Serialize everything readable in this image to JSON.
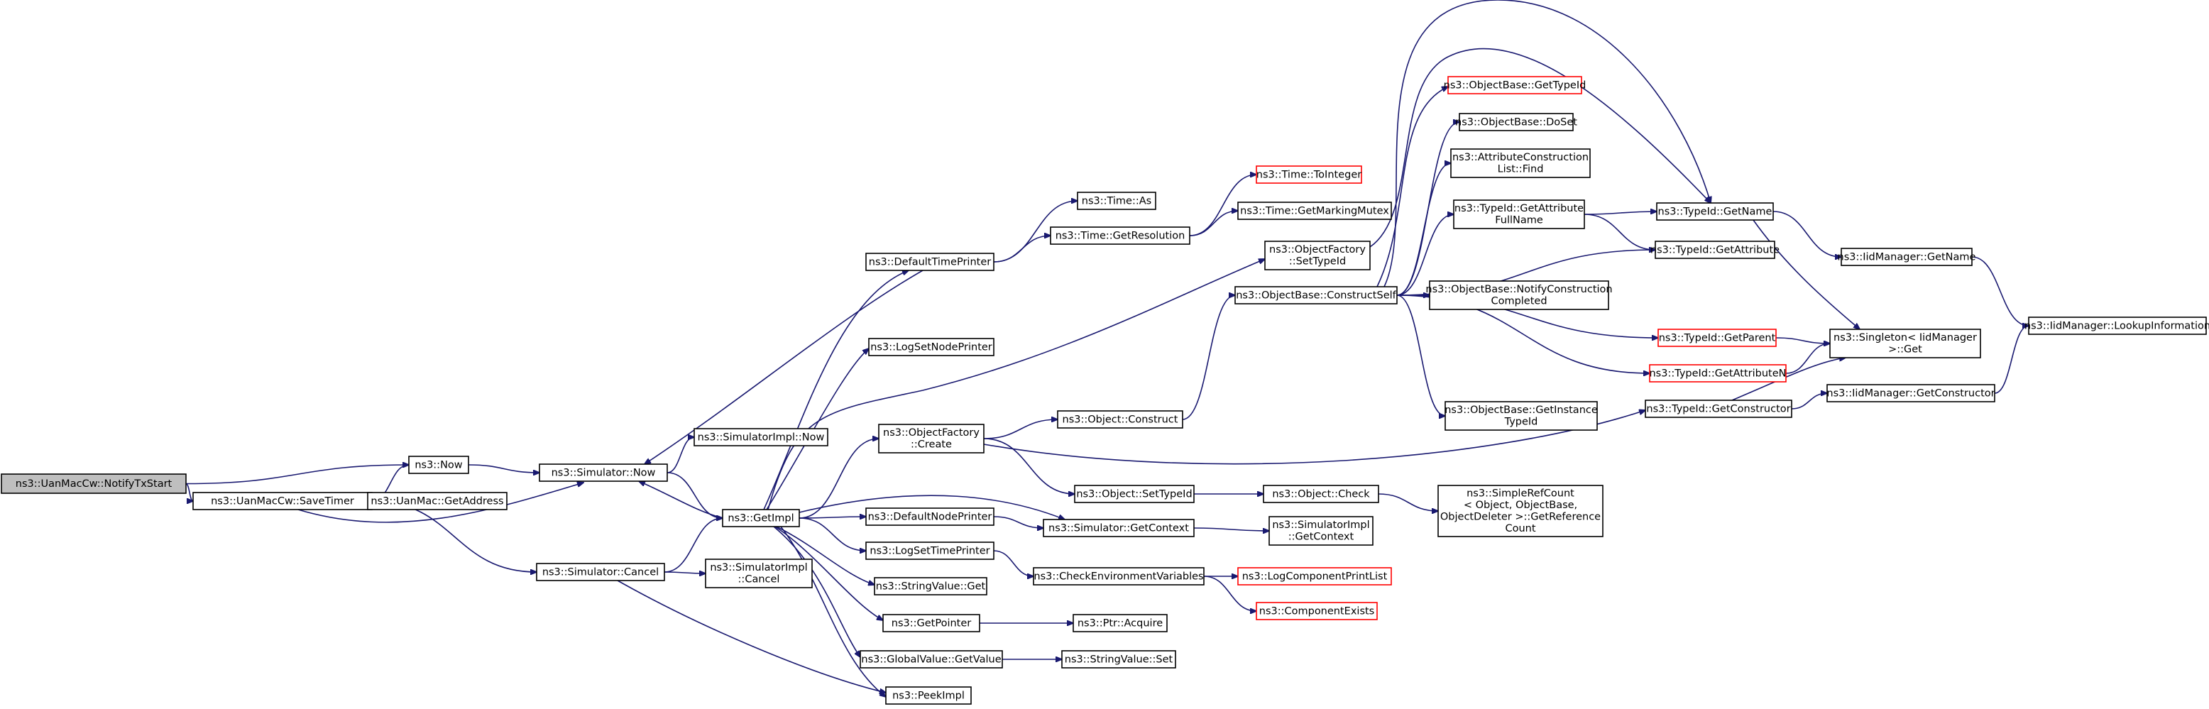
{
  "graph": {
    "colors": {
      "edge": "#191970",
      "node_border": "#000000",
      "node_border_truncated": "#ff0000",
      "root_fill": "#bfbfbf"
    },
    "nodes": [
      {
        "id": "notify",
        "lines": [
          "ns3::UanMacCw::NotifyTxStart"
        ],
        "style": "root"
      },
      {
        "id": "now",
        "lines": [
          "ns3::Now"
        ]
      },
      {
        "id": "savetimer",
        "lines": [
          "ns3::UanMacCw::SaveTimer"
        ]
      },
      {
        "id": "getaddress",
        "lines": [
          "ns3::UanMac::GetAddress"
        ]
      },
      {
        "id": "simnow",
        "lines": [
          "ns3::Simulator::Now"
        ]
      },
      {
        "id": "simimplnow",
        "lines": [
          "ns3::SimulatorImpl::Now"
        ]
      },
      {
        "id": "simcancel",
        "lines": [
          "ns3::Simulator::Cancel"
        ]
      },
      {
        "id": "simimplcancel",
        "lines": [
          "ns3::SimulatorImpl",
          "::Cancel"
        ]
      },
      {
        "id": "getimpl",
        "lines": [
          "ns3::GetImpl"
        ]
      },
      {
        "id": "deftimeprinter",
        "lines": [
          "ns3::DefaultTimePrinter"
        ]
      },
      {
        "id": "logsetnodeprinter",
        "lines": [
          "ns3::LogSetNodePrinter"
        ]
      },
      {
        "id": "ofcreate",
        "lines": [
          "ns3::ObjectFactory",
          "::Create"
        ]
      },
      {
        "id": "defnodeprinter",
        "lines": [
          "ns3::DefaultNodePrinter"
        ]
      },
      {
        "id": "logsettimeprinter",
        "lines": [
          "ns3::LogSetTimePrinter"
        ]
      },
      {
        "id": "stringvalueget",
        "lines": [
          "ns3::StringValue::Get"
        ]
      },
      {
        "id": "getpointer",
        "lines": [
          "ns3::GetPointer"
        ]
      },
      {
        "id": "globalvalueget",
        "lines": [
          "ns3::GlobalValue::GetValue"
        ]
      },
      {
        "id": "peekimpl",
        "lines": [
          "ns3::PeekImpl"
        ]
      },
      {
        "id": "timeas",
        "lines": [
          "ns3::Time::As"
        ]
      },
      {
        "id": "timegetres",
        "lines": [
          "ns3::Time::GetResolution"
        ]
      },
      {
        "id": "timetoint",
        "lines": [
          "ns3::Time::ToInteger"
        ],
        "style": "red"
      },
      {
        "id": "timemutex",
        "lines": [
          "ns3::Time::GetMarkingMutex"
        ]
      },
      {
        "id": "objconstruct",
        "lines": [
          "ns3::Object::Construct"
        ]
      },
      {
        "id": "objsettypeid",
        "lines": [
          "ns3::Object::SetTypeId"
        ]
      },
      {
        "id": "objcheck",
        "lines": [
          "ns3::Object::Check"
        ]
      },
      {
        "id": "simgetcontext",
        "lines": [
          "ns3::Simulator::GetContext"
        ]
      },
      {
        "id": "simimplgetcontext",
        "lines": [
          "ns3::SimulatorImpl",
          "::GetContext"
        ]
      },
      {
        "id": "checkenv",
        "lines": [
          "ns3::CheckEnvironmentVariables"
        ]
      },
      {
        "id": "logcompprint",
        "lines": [
          "ns3::LogComponentPrintList"
        ],
        "style": "red"
      },
      {
        "id": "compexists",
        "lines": [
          "ns3::ComponentExists"
        ],
        "style": "red"
      },
      {
        "id": "ptracquire",
        "lines": [
          "ns3::Ptr::Acquire"
        ]
      },
      {
        "id": "stringvalueset",
        "lines": [
          "ns3::StringValue::Set"
        ]
      },
      {
        "id": "ofsettypeid",
        "lines": [
          "ns3::ObjectFactory",
          "::SetTypeId"
        ]
      },
      {
        "id": "obconstructself",
        "lines": [
          "ns3::ObjectBase::ConstructSelf"
        ]
      },
      {
        "id": "obgettypeid",
        "lines": [
          "ns3::ObjectBase::GetTypeId"
        ],
        "style": "red"
      },
      {
        "id": "obdoset",
        "lines": [
          "ns3::ObjectBase::DoSet"
        ]
      },
      {
        "id": "attrconstfind",
        "lines": [
          "ns3::AttributeConstruction",
          "List::Find"
        ]
      },
      {
        "id": "tidgetattrfull",
        "lines": [
          "ns3::TypeId::GetAttribute",
          "FullName"
        ]
      },
      {
        "id": "obnotify",
        "lines": [
          "ns3::ObjectBase::NotifyConstruction",
          "Completed"
        ]
      },
      {
        "id": "obgetinstance",
        "lines": [
          "ns3::ObjectBase::GetInstance",
          "TypeId"
        ]
      },
      {
        "id": "simplerefcount",
        "lines": [
          "ns3::SimpleRefCount",
          "< Object, ObjectBase,",
          "ObjectDeleter >::GetReference",
          "Count"
        ]
      },
      {
        "id": "tidgetname",
        "lines": [
          "ns3::TypeId::GetName"
        ]
      },
      {
        "id": "tidgetattr",
        "lines": [
          "ns3::TypeId::GetAttribute"
        ]
      },
      {
        "id": "tidgetparent",
        "lines": [
          "ns3::TypeId::GetParent"
        ],
        "style": "red"
      },
      {
        "id": "tidgetattrn",
        "lines": [
          "ns3::TypeId::GetAttributeN"
        ],
        "style": "red"
      },
      {
        "id": "tidgetconstructor",
        "lines": [
          "ns3::TypeId::GetConstructor"
        ]
      },
      {
        "id": "iidgetname",
        "lines": [
          "ns3::IidManager::GetName"
        ]
      },
      {
        "id": "singletonget",
        "lines": [
          "ns3::Singleton< IidManager",
          ">::Get"
        ]
      },
      {
        "id": "iidgetconstructor",
        "lines": [
          "ns3::IidManager::GetConstructor"
        ]
      },
      {
        "id": "iidlookup",
        "lines": [
          "ns3::IidManager::LookupInformation"
        ]
      }
    ],
    "edges": [
      [
        "notify",
        "now"
      ],
      [
        "notify",
        "savetimer"
      ],
      [
        "savetimer",
        "now"
      ],
      [
        "savetimer",
        "getaddress"
      ],
      [
        "savetimer",
        "simnow"
      ],
      [
        "savetimer",
        "simcancel"
      ],
      [
        "now",
        "simnow"
      ],
      [
        "simnow",
        "simimplnow"
      ],
      [
        "simnow",
        "getimpl"
      ],
      [
        "simcancel",
        "getimpl"
      ],
      [
        "simcancel",
        "simimplcancel"
      ],
      [
        "simcancel",
        "peekimpl"
      ],
      [
        "getimpl",
        "deftimeprinter"
      ],
      [
        "getimpl",
        "logsetnodeprinter"
      ],
      [
        "getimpl",
        "ofcreate"
      ],
      [
        "getimpl",
        "defnodeprinter"
      ],
      [
        "getimpl",
        "logsettimeprinter"
      ],
      [
        "getimpl",
        "stringvalueget"
      ],
      [
        "getimpl",
        "getpointer"
      ],
      [
        "getimpl",
        "globalvalueget"
      ],
      [
        "getimpl",
        "peekimpl"
      ],
      [
        "getimpl",
        "ofsettypeid"
      ],
      [
        "getimpl",
        "simnow"
      ],
      [
        "getimpl",
        "simgetcontext"
      ],
      [
        "deftimeprinter",
        "timeas"
      ],
      [
        "deftimeprinter",
        "timegetres"
      ],
      [
        "deftimeprinter",
        "simnow"
      ],
      [
        "timegetres",
        "timetoint"
      ],
      [
        "timegetres",
        "timemutex"
      ],
      [
        "ofcreate",
        "objconstruct"
      ],
      [
        "ofcreate",
        "objsettypeid"
      ],
      [
        "ofcreate",
        "tidgetconstructor"
      ],
      [
        "objconstruct",
        "obconstructself"
      ],
      [
        "objsettypeid",
        "objcheck"
      ],
      [
        "objcheck",
        "simplerefcount"
      ],
      [
        "defnodeprinter",
        "simgetcontext"
      ],
      [
        "simgetcontext",
        "simimplgetcontext"
      ],
      [
        "logsettimeprinter",
        "checkenv"
      ],
      [
        "checkenv",
        "logcompprint"
      ],
      [
        "checkenv",
        "compexists"
      ],
      [
        "getpointer",
        "ptracquire"
      ],
      [
        "globalvalueget",
        "stringvalueset"
      ],
      [
        "ofsettypeid",
        "tidgetname"
      ],
      [
        "obconstructself",
        "obgettypeid"
      ],
      [
        "obconstructself",
        "obdoset"
      ],
      [
        "obconstructself",
        "attrconstfind"
      ],
      [
        "obconstructself",
        "tidgetattrfull"
      ],
      [
        "obconstructself",
        "tidgetname"
      ],
      [
        "obconstructself",
        "tidgetattr"
      ],
      [
        "obconstructself",
        "obnotify"
      ],
      [
        "obconstructself",
        "tidgetparent"
      ],
      [
        "obconstructself",
        "tidgetattrn"
      ],
      [
        "obconstructself",
        "obgetinstance"
      ],
      [
        "tidgetattrfull",
        "tidgetname"
      ],
      [
        "tidgetattrfull",
        "tidgetattr"
      ],
      [
        "tidgetname",
        "iidgetname"
      ],
      [
        "tidgetname",
        "singletonget"
      ],
      [
        "tidgetparent",
        "singletonget"
      ],
      [
        "tidgetattrn",
        "singletonget"
      ],
      [
        "tidgetconstructor",
        "singletonget"
      ],
      [
        "tidgetconstructor",
        "iidgetconstructor"
      ],
      [
        "iidgetname",
        "iidlookup"
      ],
      [
        "iidgetconstructor",
        "iidlookup"
      ]
    ]
  }
}
